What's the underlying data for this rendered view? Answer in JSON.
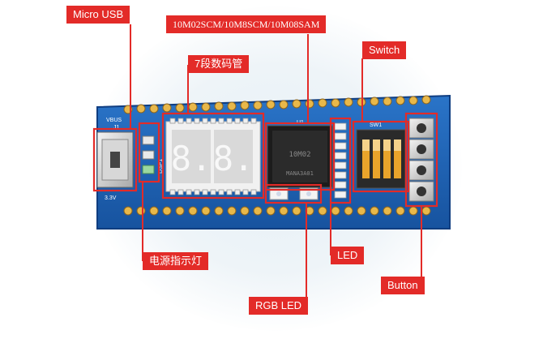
{
  "labels": {
    "micro_usb": "Micro USB",
    "fpga_models": "10M02SCM/10M8SCM/10M08SAM",
    "seven_seg": "7段数码管",
    "switch": "Switch",
    "power_led": "电源指示灯",
    "led": "LED",
    "rgb_led": "RGB LED",
    "button": "Button"
  },
  "board": {
    "vbus": "VBUS",
    "j1": "J1",
    "v33": "3.3V",
    "u1": "U1",
    "sw1": "SW1",
    "dsp1": "DSP1",
    "chip_line1": "10M02",
    "chip_line2": "MANA3A01"
  },
  "colors": {
    "accent": "#e32b28",
    "pcb": "#1d62b8",
    "pcb_edge": "#0f3d80",
    "header_gold": "#e8b84a"
  }
}
